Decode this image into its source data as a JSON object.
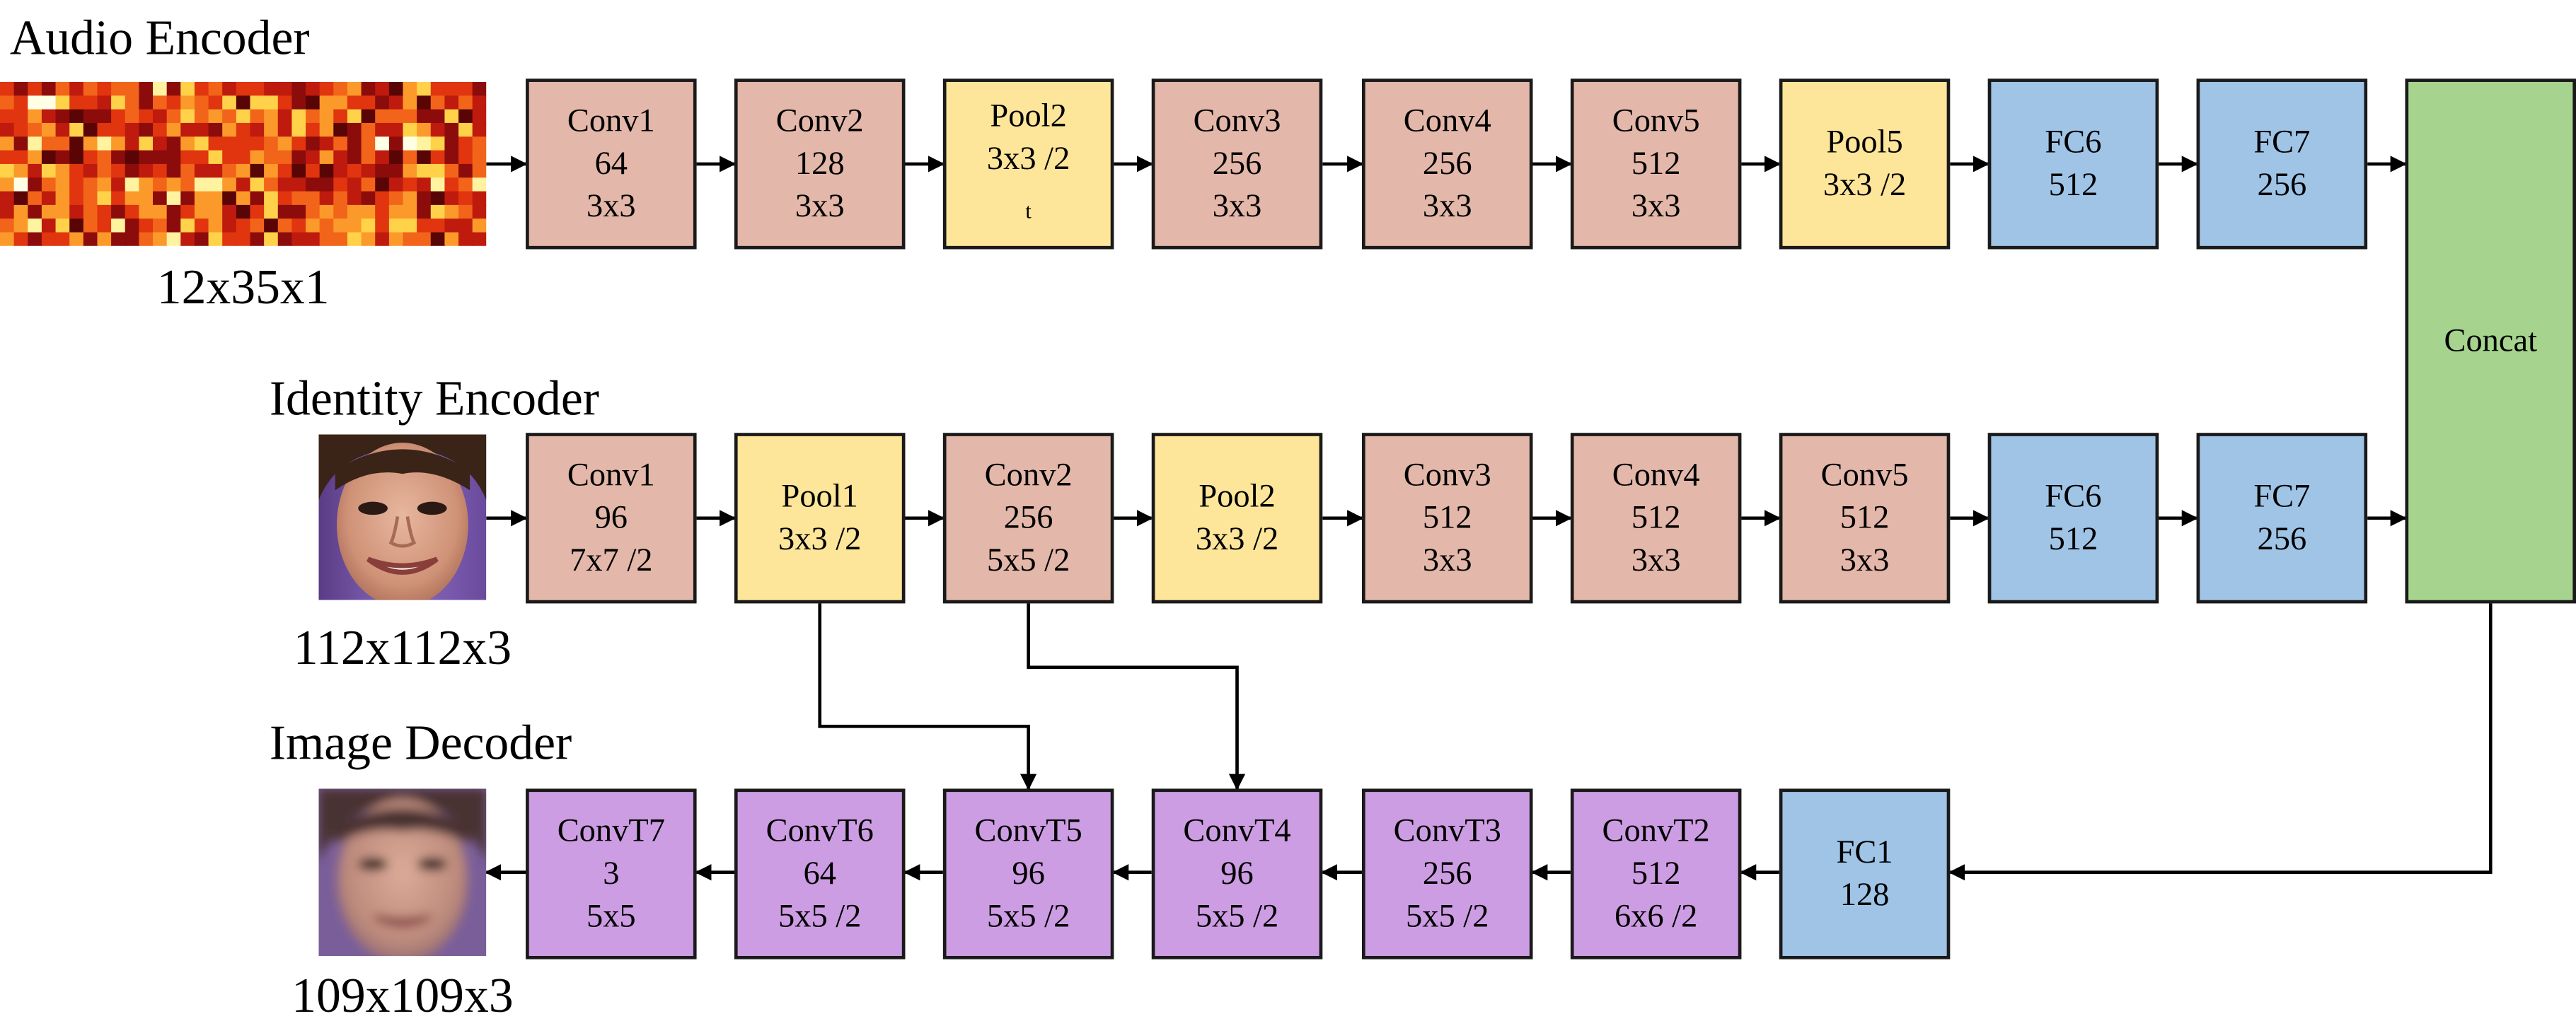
{
  "audio_encoder": {
    "title": "Audio Encoder",
    "input_dims": "12x35x1",
    "layers": [
      {
        "l1": "Conv1",
        "l2": "64",
        "l3": "3x3",
        "kind": "conv"
      },
      {
        "l1": "Conv2",
        "l2": "128",
        "l3": "3x3",
        "kind": "conv"
      },
      {
        "l1": "Pool2",
        "l2": "3x3 /2",
        "l2_sub": "t",
        "kind": "pool"
      },
      {
        "l1": "Conv3",
        "l2": "256",
        "l3": "3x3",
        "kind": "conv"
      },
      {
        "l1": "Conv4",
        "l2": "256",
        "l3": "3x3",
        "kind": "conv"
      },
      {
        "l1": "Conv5",
        "l2": "512",
        "l3": "3x3",
        "kind": "conv"
      },
      {
        "l1": "Pool5",
        "l2": "3x3 /2",
        "kind": "pool"
      },
      {
        "l1": "FC6",
        "l2": "512",
        "kind": "fc"
      },
      {
        "l1": "FC7",
        "l2": "256",
        "kind": "fc"
      }
    ]
  },
  "identity_encoder": {
    "title": "Identity Encoder",
    "input_dims": "112x112x3",
    "layers": [
      {
        "l1": "Conv1",
        "l2": "96",
        "l3": "7x7 /2",
        "kind": "conv"
      },
      {
        "l1": "Pool1",
        "l2": "3x3 /2",
        "kind": "pool"
      },
      {
        "l1": "Conv2",
        "l2": "256",
        "l3": "5x5 /2",
        "kind": "conv"
      },
      {
        "l1": "Pool2",
        "l2": "3x3 /2",
        "kind": "pool"
      },
      {
        "l1": "Conv3",
        "l2": "512",
        "l3": "3x3",
        "kind": "conv"
      },
      {
        "l1": "Conv4",
        "l2": "512",
        "l3": "3x3",
        "kind": "conv"
      },
      {
        "l1": "Conv5",
        "l2": "512",
        "l3": "3x3",
        "kind": "conv"
      },
      {
        "l1": "FC6",
        "l2": "512",
        "kind": "fc"
      },
      {
        "l1": "FC7",
        "l2": "256",
        "kind": "fc"
      }
    ]
  },
  "concat": {
    "label": "Concat"
  },
  "image_decoder": {
    "title": "Image Decoder",
    "output_dims": "109x109x3",
    "layers": [
      {
        "l1": "ConvT7",
        "l2": "3",
        "l3": "5x5",
        "kind": "dec"
      },
      {
        "l1": "ConvT6",
        "l2": "64",
        "l3": "5x5 /2",
        "kind": "dec"
      },
      {
        "l1": "ConvT5",
        "l2": "96",
        "l3": "5x5 /2",
        "kind": "dec"
      },
      {
        "l1": "ConvT4",
        "l2": "96",
        "l3": "5x5 /2",
        "kind": "dec"
      },
      {
        "l1": "ConvT3",
        "l2": "256",
        "l3": "5x5 /2",
        "kind": "dec"
      },
      {
        "l1": "ConvT2",
        "l2": "512",
        "l3": "6x6 /2",
        "kind": "dec"
      },
      {
        "l1": "FC1",
        "l2": "128",
        "kind": "fc"
      }
    ]
  },
  "colors": {
    "conv": "#e3b7a9",
    "pool": "#fde59a",
    "fc": "#9fc4e6",
    "concat": "#a6d48e",
    "deconv": "#cd9de3",
    "outline": "#1a1a1a"
  }
}
